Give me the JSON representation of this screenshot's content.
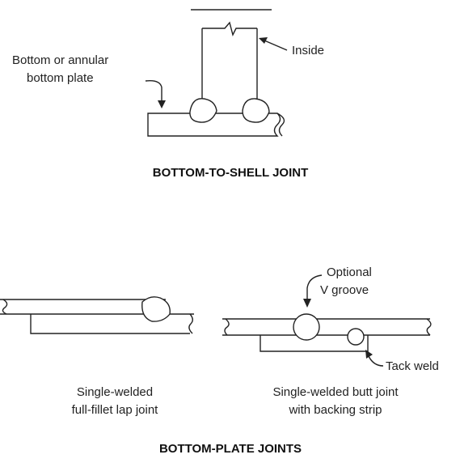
{
  "top": {
    "labels": {
      "inside": "Inside",
      "bottom_plate_line1": "Bottom or annular",
      "bottom_plate_line2": "bottom plate"
    },
    "heading": "BOTTOM-TO-SHELL JOINT"
  },
  "bottom": {
    "labels": {
      "optional_line1": "Optional",
      "optional_line2": "V groove",
      "tack_weld": "Tack weld",
      "lap_line1": "Single-welded",
      "lap_line2": "full-fillet lap joint",
      "butt_line1": "Single-welded butt joint",
      "butt_line2": "with backing strip"
    },
    "heading": "BOTTOM-PLATE JOINTS"
  }
}
